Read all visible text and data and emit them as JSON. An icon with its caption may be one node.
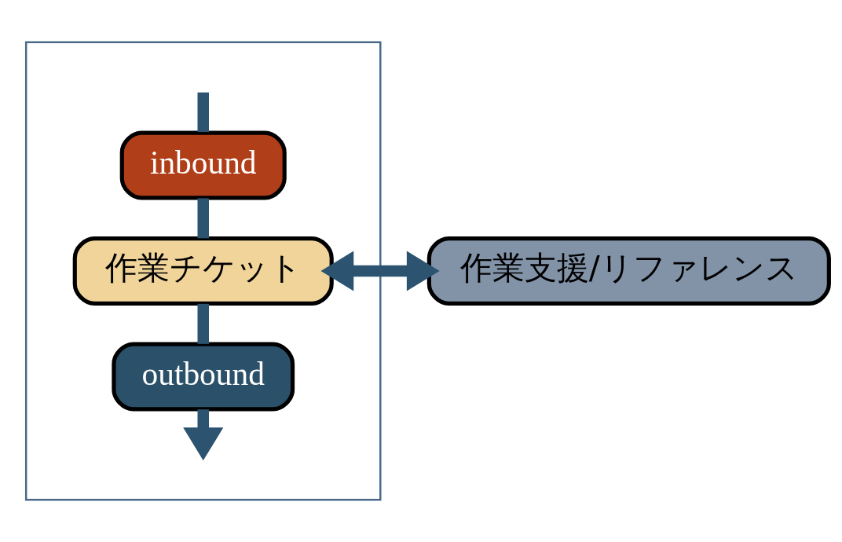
{
  "diagram": {
    "nodes": [
      {
        "text": [],
        "shape": "box"
      },
      {
        "text": [
          "inbound"
        ],
        "in": 0
      },
      {
        "text": [
          "作業チケット"
        ],
        "in": 0
      },
      {
        "text": [
          "outbound"
        ],
        "in": 0
      },
      {
        "text": [
          "作業支援/リファレンス"
        ]
      }
    ],
    "edges": [
      {
        "from": null,
        "to": 1,
        "arrow": "none"
      },
      {
        "from": 1,
        "to": 2,
        "arrow": "none"
      },
      {
        "from": 2,
        "to": 3,
        "arrow": "none"
      },
      {
        "from": 3,
        "to": null,
        "arrow": "to"
      },
      {
        "from": 2,
        "to": 4,
        "arrow": "both"
      }
    ]
  }
}
